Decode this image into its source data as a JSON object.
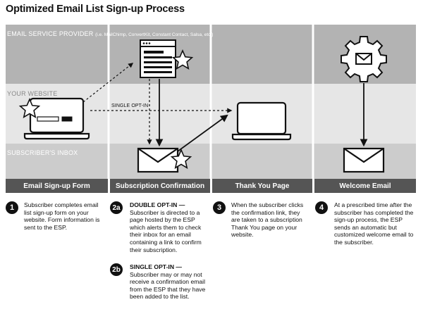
{
  "title": "Optimized Email List Sign-up Process",
  "rows": {
    "esp_label": "EMAIL SERVICE PROVIDER",
    "esp_sub": "(i.e. MailChimp, ConvertKit, Constant Contact, Salsa, etc.)",
    "website_label": "YOUR WEBSITE",
    "inbox_label": "SUBSCRIBER'S INBOX"
  },
  "single_optin_label": "SINGLE OPT-IN",
  "columns": [
    "Email Sign-up Form",
    "Subscription Confirmation",
    "Thank You Page",
    "Welcome Email"
  ],
  "steps": {
    "s1": {
      "badge": "1",
      "text": "Subscriber completes email list sign-up form on your website. Form information is sent to the ESP."
    },
    "s2a": {
      "badge": "2a",
      "heading": "DOUBLE OPT-IN —",
      "text": "Subscriber is directed to a page hosted by the ESP which alerts them to check their inbox for an email containing a link to confirm their subscription."
    },
    "s2b": {
      "badge": "2b",
      "heading": "SINGLE OPT-IN —",
      "text": "Subscriber may or may not receive a confirmation email from the ESP that they have been added to the list."
    },
    "s3": {
      "badge": "3",
      "text": "When the subscriber clicks the confirmation link, they are taken to a subscription Thank You page on your website."
    },
    "s4": {
      "badge": "4",
      "text": "At a prescribed time after the subscriber has completed the sign-up process, the ESP sends an automatic but customized welcome email to the subscriber."
    }
  },
  "colors": {
    "esp_band": "#b3b3b3",
    "website_band": "#e6e6e6",
    "inbox_band": "#cccccc",
    "column_bar": "#555555"
  },
  "icons": [
    "laptop-icon",
    "browser-window-icon",
    "envelope-icon",
    "gear-envelope-icon",
    "star-icon"
  ]
}
